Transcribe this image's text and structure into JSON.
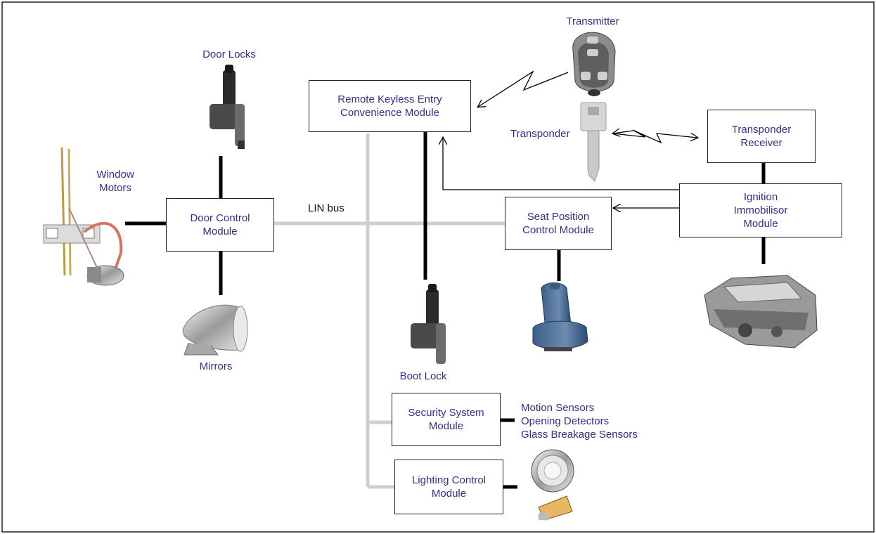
{
  "colors": {
    "bus_grey": "#cfcfcf",
    "link_black": "#000000",
    "text_purple": "#3a2a8a",
    "box_border": "#222222"
  },
  "modules": {
    "rke": [
      "Remote Keyless Entry",
      "Convenience Module"
    ],
    "door": [
      "Door Control",
      "Module"
    ],
    "seat": [
      "Seat Position",
      "Control Module"
    ],
    "transponder_rx": [
      "Transponder",
      "Receiver"
    ],
    "immobilisor": [
      "Ignition",
      "Immobilisor",
      "Module"
    ],
    "security": [
      "Security System",
      "Module"
    ],
    "lighting": [
      "Lighting Control",
      "Module"
    ]
  },
  "labels": {
    "door_locks": "Door Locks",
    "window_motors": [
      "Window",
      "Motors"
    ],
    "mirrors": "Mirrors",
    "boot_lock": "Boot Lock",
    "transmitter": "Transmitter",
    "transponder": "Transponder",
    "lin_bus": "LIN bus",
    "sensors": [
      "Motion Sensors",
      "Opening Detectors",
      "Glass Breakage Sensors"
    ]
  },
  "icons": [
    "door-lock-actuator-icon",
    "window-motor-icon",
    "mirror-icon",
    "transmitter-fob-icon",
    "transponder-key-icon",
    "car-seat-icon",
    "engine-icon",
    "headlamp-icon",
    "indicator-lamp-icon"
  ]
}
